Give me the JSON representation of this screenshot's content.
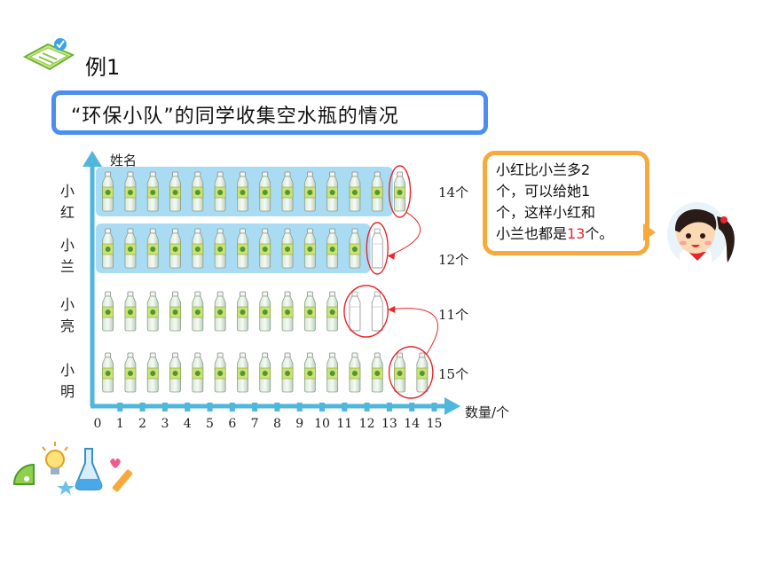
{
  "header": {
    "example_label": "例1",
    "title": "“环保小队”的同学收集空水瓶的情况"
  },
  "speech": {
    "line1": "小红比小兰多2",
    "line2": "个，可以给她1",
    "line3": "个，这样小红和",
    "line4_prefix": "小兰也都是",
    "line4_number": "13",
    "line4_suffix": "个。"
  },
  "chart_data": {
    "type": "pictograph",
    "ylabel": "姓名",
    "xlabel": "数量/个",
    "x_ticks": [
      "0",
      "1",
      "2",
      "3",
      "4",
      "5",
      "6",
      "7",
      "8",
      "9",
      "10",
      "11",
      "12",
      "13",
      "14",
      "15"
    ],
    "rows": [
      {
        "name_top": "小",
        "name_bottom": "红",
        "count": 14,
        "count_label": "14个",
        "highlight_group": 13,
        "circled": [
          13
        ]
      },
      {
        "name_top": "小",
        "name_bottom": "兰",
        "count": 12,
        "count_label": "12个",
        "highlight_group": 12,
        "empty_slots": [
          12
        ],
        "circled": [
          12
        ]
      },
      {
        "name_top": "小",
        "name_bottom": "亮",
        "count": 11,
        "count_label": "11个",
        "empty_slots": [
          11,
          12
        ],
        "circled": [
          11,
          12
        ]
      },
      {
        "name_top": "小",
        "name_bottom": "明",
        "count": 15,
        "count_label": "15个",
        "circled": [
          13,
          14
        ]
      }
    ],
    "colors": {
      "axis": "#4fb6dc",
      "highlight": "#a9dcf2",
      "title_border": "#4a8ef0",
      "bubble_border": "#f7a93c",
      "circle": "#e8262a"
    }
  }
}
